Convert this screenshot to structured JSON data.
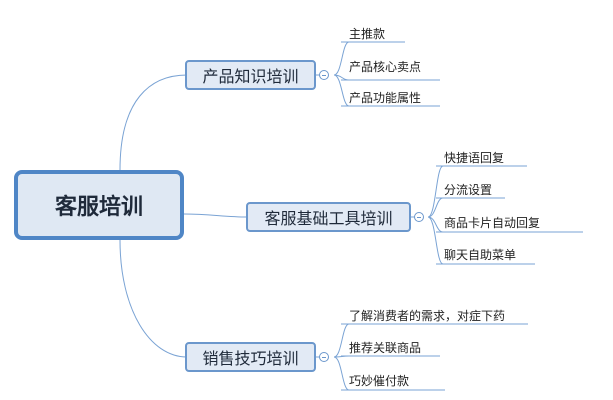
{
  "root": {
    "label": "客服培训"
  },
  "branches": [
    {
      "label": "产品知识培训",
      "leaves": [
        "主推款",
        "产品核心卖点",
        "产品功能属性"
      ]
    },
    {
      "label": "客服基础工具培训",
      "leaves": [
        "快捷语回复",
        "分流设置",
        "商品卡片自动回复",
        "聊天自助菜单"
      ]
    },
    {
      "label": "销售技巧培训",
      "leaves": [
        "了解消费者的需求，对症下药",
        "推荐关联商品",
        "巧妙催付款"
      ]
    }
  ],
  "colors": {
    "connector": "#7aa3d4",
    "border": "#4f86c6",
    "fill": "#dfe8f3"
  }
}
